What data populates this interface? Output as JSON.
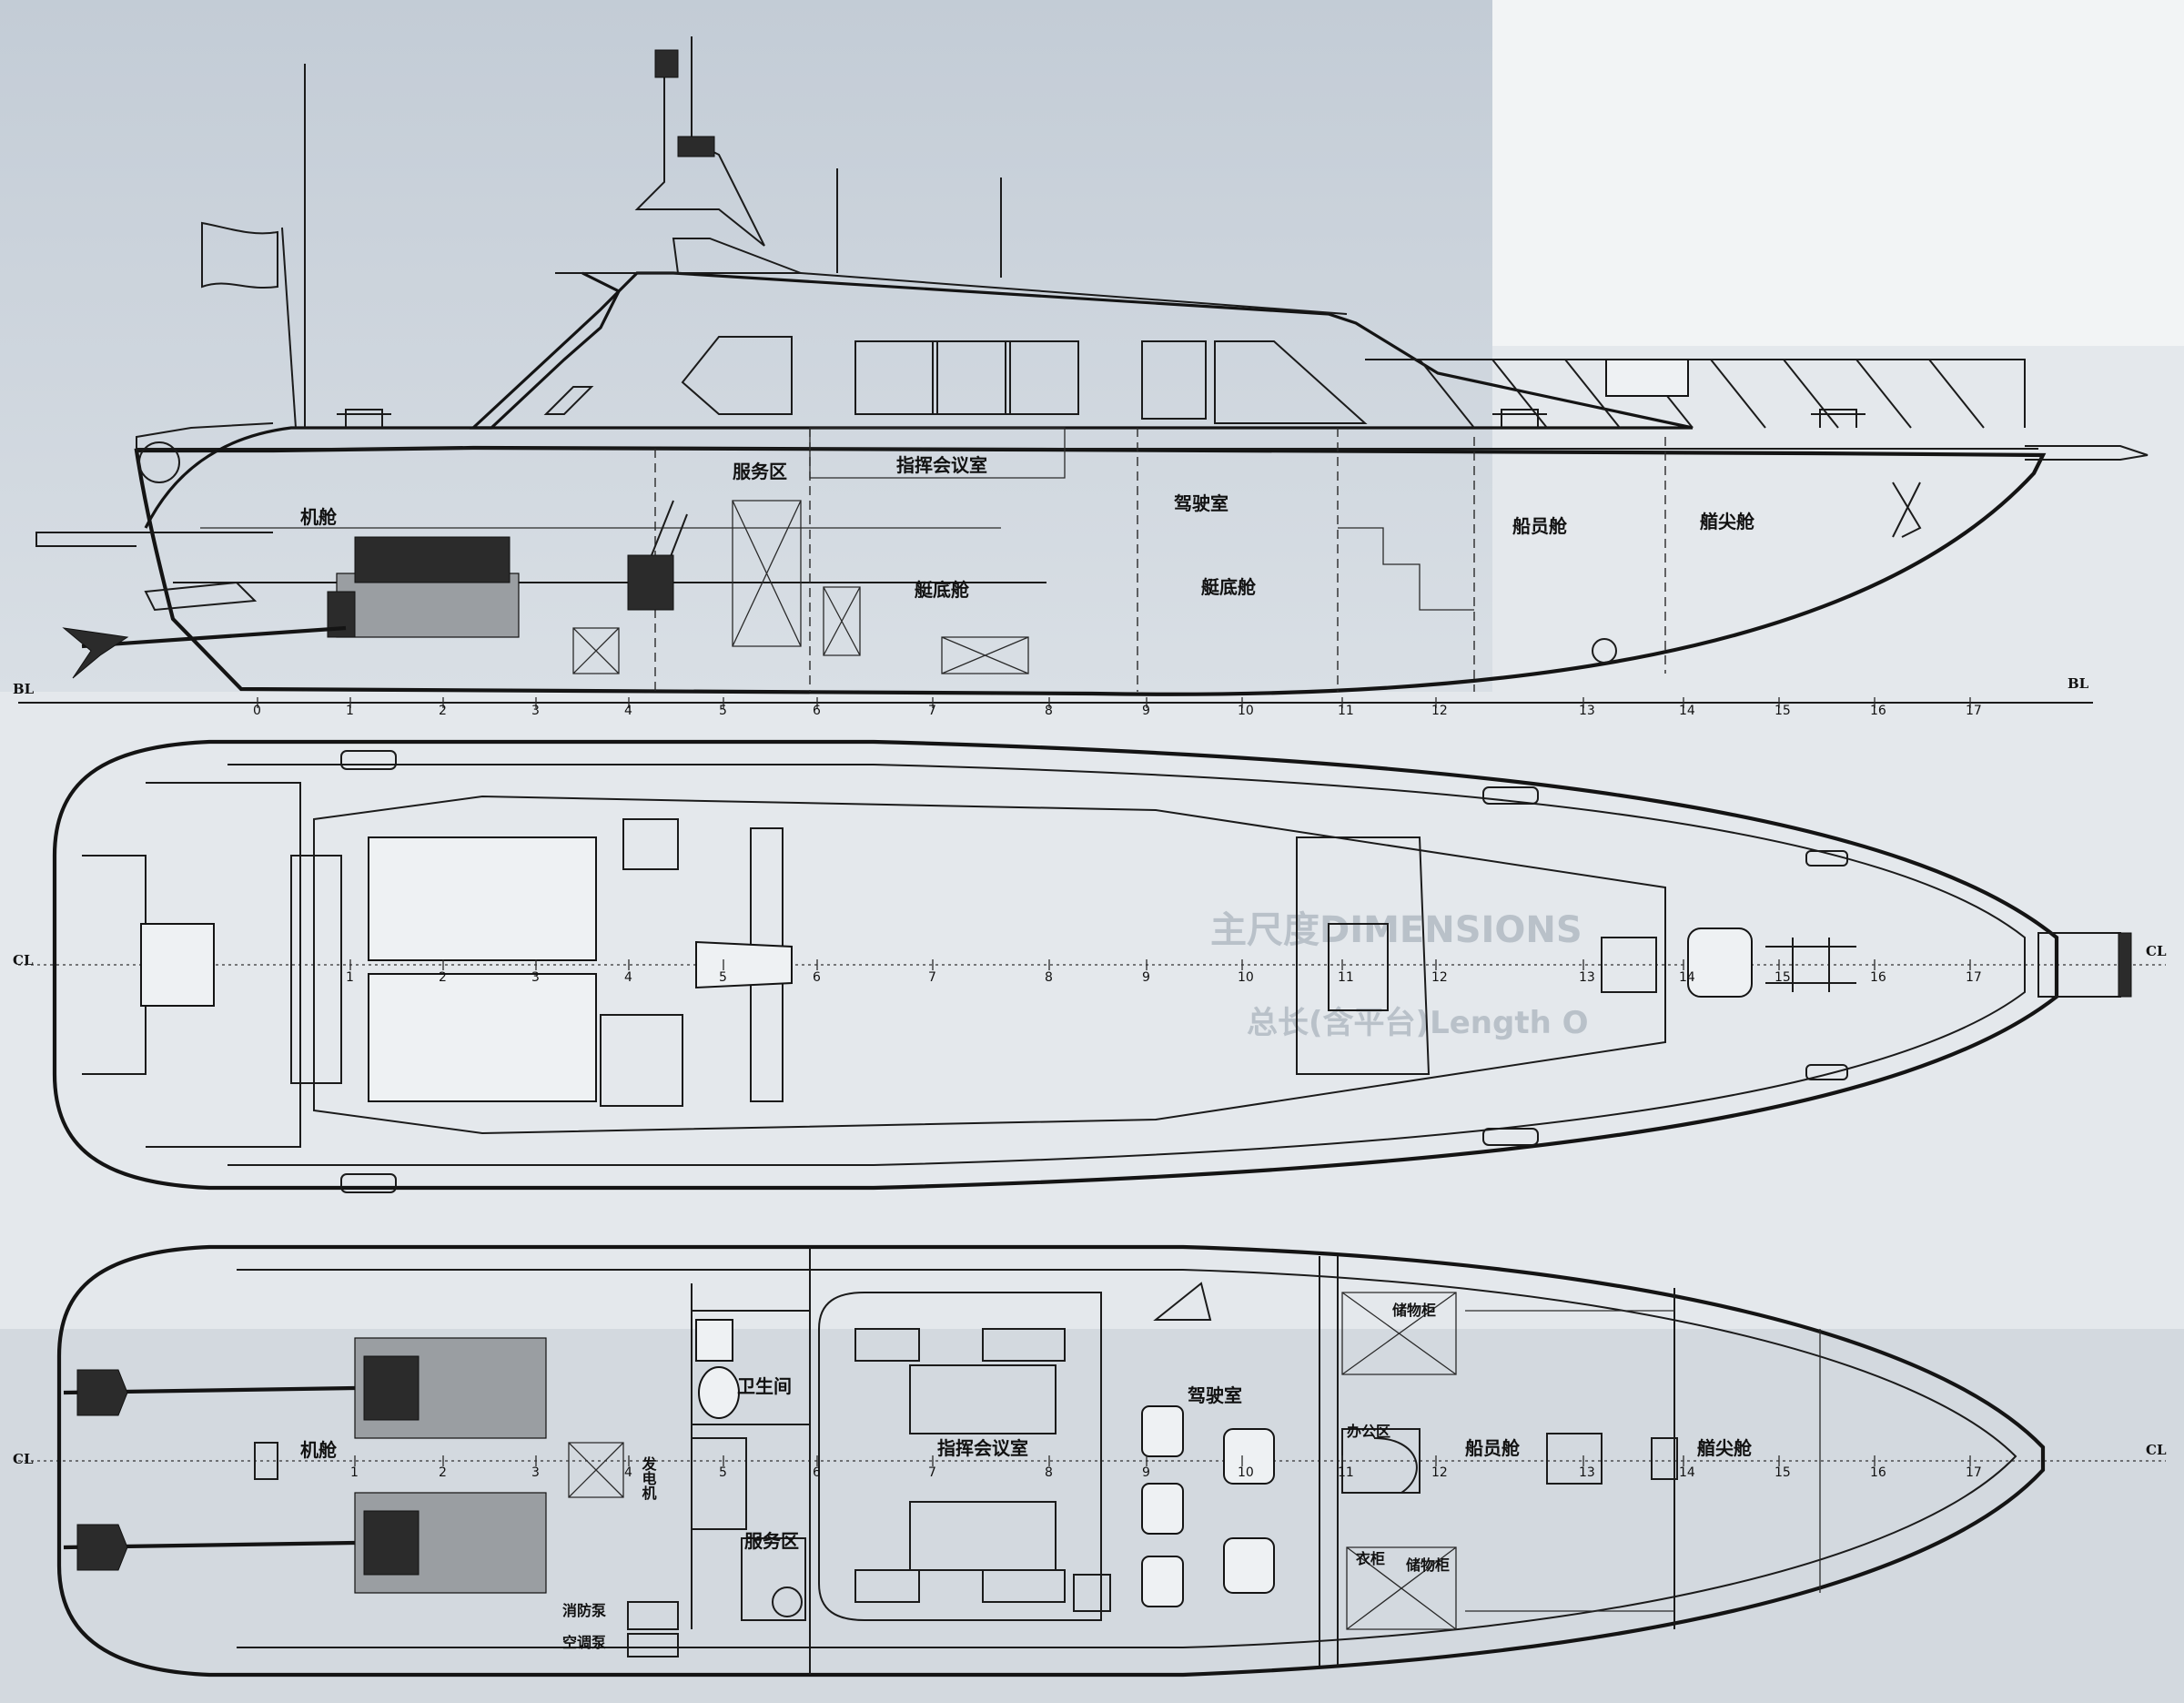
{
  "colors": {
    "paper": "#e4e8ec",
    "ink": "#141414",
    "sky_tint": "#c9d2dc"
  },
  "profile": {
    "rooms": {
      "engine_room": "机舱",
      "service_area": "服务区",
      "command_room": "指挥会议室",
      "wheelhouse": "驾驶室",
      "bilge_a": "艇底舱",
      "bilge_b": "艇底舱",
      "crew_cabin": "船员舱",
      "forepeak": "艏尖舱"
    },
    "baseline_left": "BL",
    "baseline_right": "BL",
    "frames": [
      "0",
      "1",
      "2",
      "3",
      "4",
      "5",
      "6",
      "7",
      "8",
      "9",
      "10",
      "11",
      "12",
      "13",
      "14",
      "15",
      "16",
      "17"
    ]
  },
  "deck": {
    "centerline_left": "CL",
    "centerline_right": "CL",
    "frames": [
      "1",
      "2",
      "3",
      "4",
      "5",
      "6",
      "7",
      "8",
      "9",
      "10",
      "11",
      "12",
      "13",
      "14",
      "15",
      "16",
      "17"
    ]
  },
  "plan": {
    "centerline_left": "CL",
    "centerline_right": "CL",
    "rooms": {
      "engine_room": "机舱",
      "toilet": "卫生间",
      "generator": "发电机",
      "service_area": "服务区",
      "command_room": "指挥会议室",
      "wheelhouse": "驾驶室",
      "office": "办公区",
      "wardrobe": "衣柜",
      "crew_cabin": "船员舱",
      "forepeak": "艏尖舱",
      "locker_top": "储物柜",
      "locker_bottom": "储物柜"
    },
    "equipment": {
      "fire_pump": "消防泵",
      "ac_pump": "空调泵"
    },
    "frames": [
      "1",
      "2",
      "3",
      "4",
      "5",
      "6",
      "7",
      "8",
      "9",
      "10",
      "11",
      "12",
      "13",
      "14",
      "15",
      "16",
      "17"
    ]
  },
  "watermark": {
    "line1": "主尺度DIMENSIONS",
    "line2": "总长(含平台)Length O"
  }
}
